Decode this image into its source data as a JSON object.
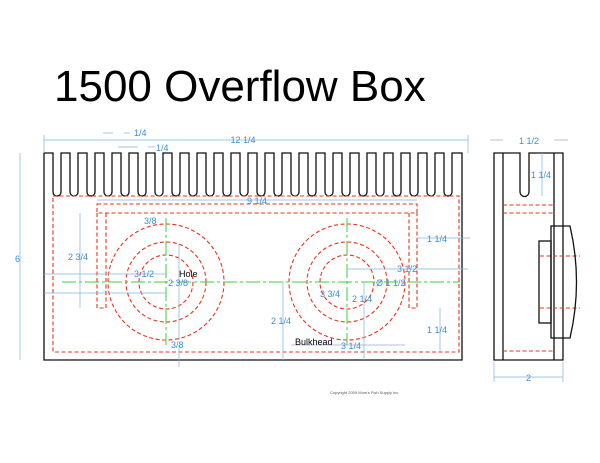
{
  "title": "1500 Overflow Box",
  "front_view": {
    "dims": {
      "overall_width": "12 1/4",
      "slot_width": "1/4",
      "slot_spacing": "1/4",
      "baffle_width": "9 1/4",
      "height": "6",
      "baffle_height": "2 3/4",
      "offset_top": "3/8",
      "offset_bottom": "3/8",
      "hole_left": "3 1/2",
      "hole_dia": "2 3/8",
      "right_offset_top": "1 1/4",
      "right_hole": "3 1/2",
      "right_dia": "Ø 1 1/2",
      "bulkhead_dia": "3 3/4",
      "center_height": "2 1/4",
      "bulkhead_height": "2 1/4",
      "bulkhead_width": "3 1/4",
      "right_offset_bottom": "1 1/4"
    },
    "labels": {
      "hole": "Hole",
      "bulkhead": "Bulkhead"
    }
  },
  "side_view": {
    "dims": {
      "top_width": "1 1/2",
      "slot_depth": "1 1/4",
      "depth": "2"
    }
  },
  "copyright": "Copyright 2009 Mom's Fish Supply Inc",
  "colors": {
    "hidden_lines": "#e8341c",
    "centerlines": "#3ad13a",
    "dimensions": "#3b8fd0",
    "outline": "#111111"
  }
}
